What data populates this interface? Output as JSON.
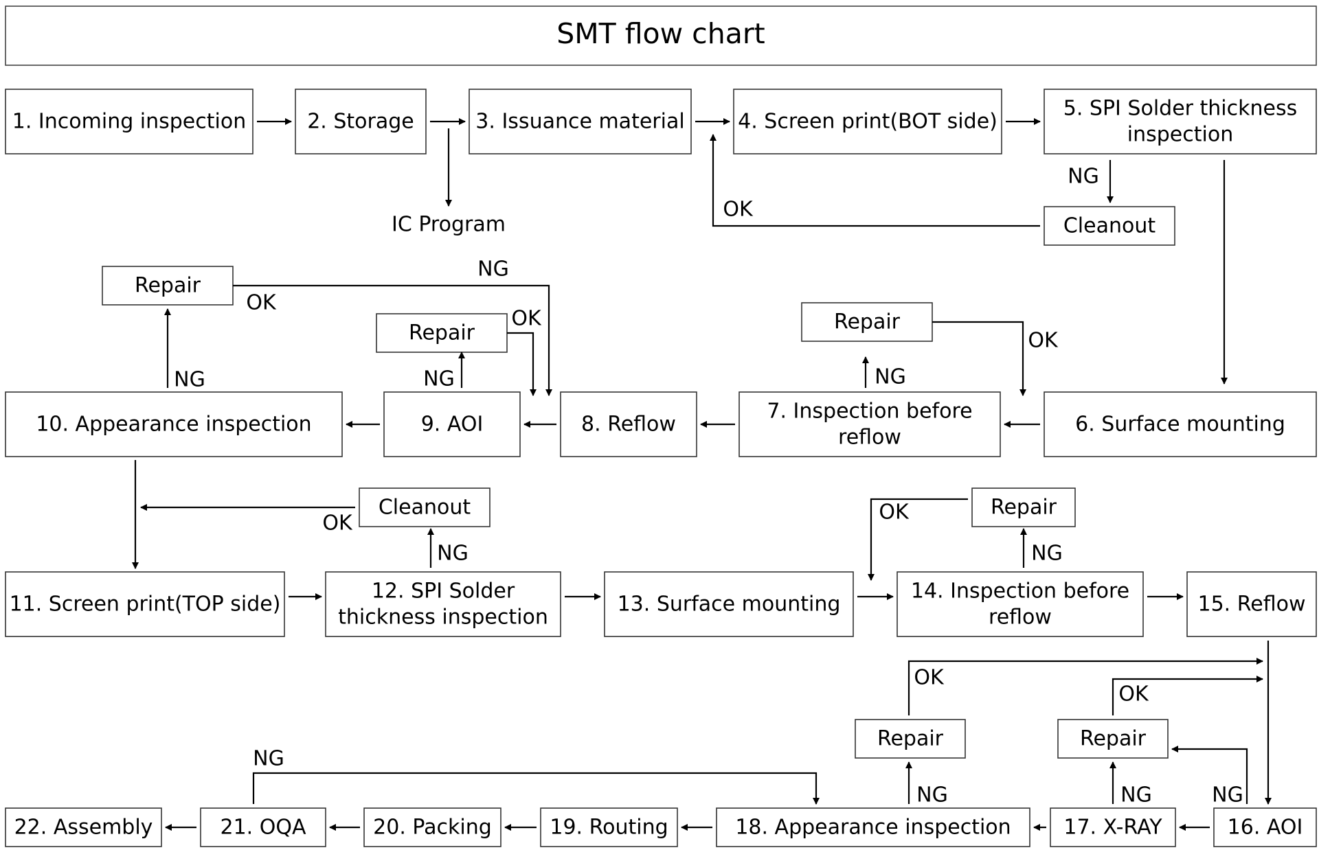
{
  "title": "SMT flow chart",
  "steps": {
    "s1": "1. Incoming inspection",
    "s2": "2. Storage",
    "s3": "3. Issuance material",
    "s4": "4. Screen print(BOT side)",
    "s5": [
      "5. SPI Solder thickness",
      "inspection"
    ],
    "s6": "6. Surface mounting",
    "s7": [
      "7. Inspection before",
      "reflow"
    ],
    "s8": "8. Reflow",
    "s9": "9. AOI",
    "s10": "10. Appearance inspection",
    "s11": "11. Screen print(TOP side)",
    "s12": [
      "12. SPI Solder",
      "thickness inspection"
    ],
    "s13": "13. Surface mounting",
    "s14": [
      "14. Inspection before",
      "reflow"
    ],
    "s15": "15. Reflow",
    "s16": "16. AOI",
    "s17": "17. X-RAY",
    "s18": "18. Appearance inspection",
    "s19": "19. Routing",
    "s20": "20. Packing",
    "s21": "21. OQA",
    "s22": "22. Assembly"
  },
  "side_boxes": {
    "cleanout_a": "Cleanout",
    "cleanout_b": "Cleanout",
    "repair_a": "Repair",
    "repair_b": "Repair",
    "repair_c": "Repair",
    "repair_d": "Repair",
    "repair_e": "Repair",
    "repair_f": "Repair"
  },
  "labels": {
    "ic_program": "IC Program",
    "ng": "NG",
    "ok": "OK"
  }
}
